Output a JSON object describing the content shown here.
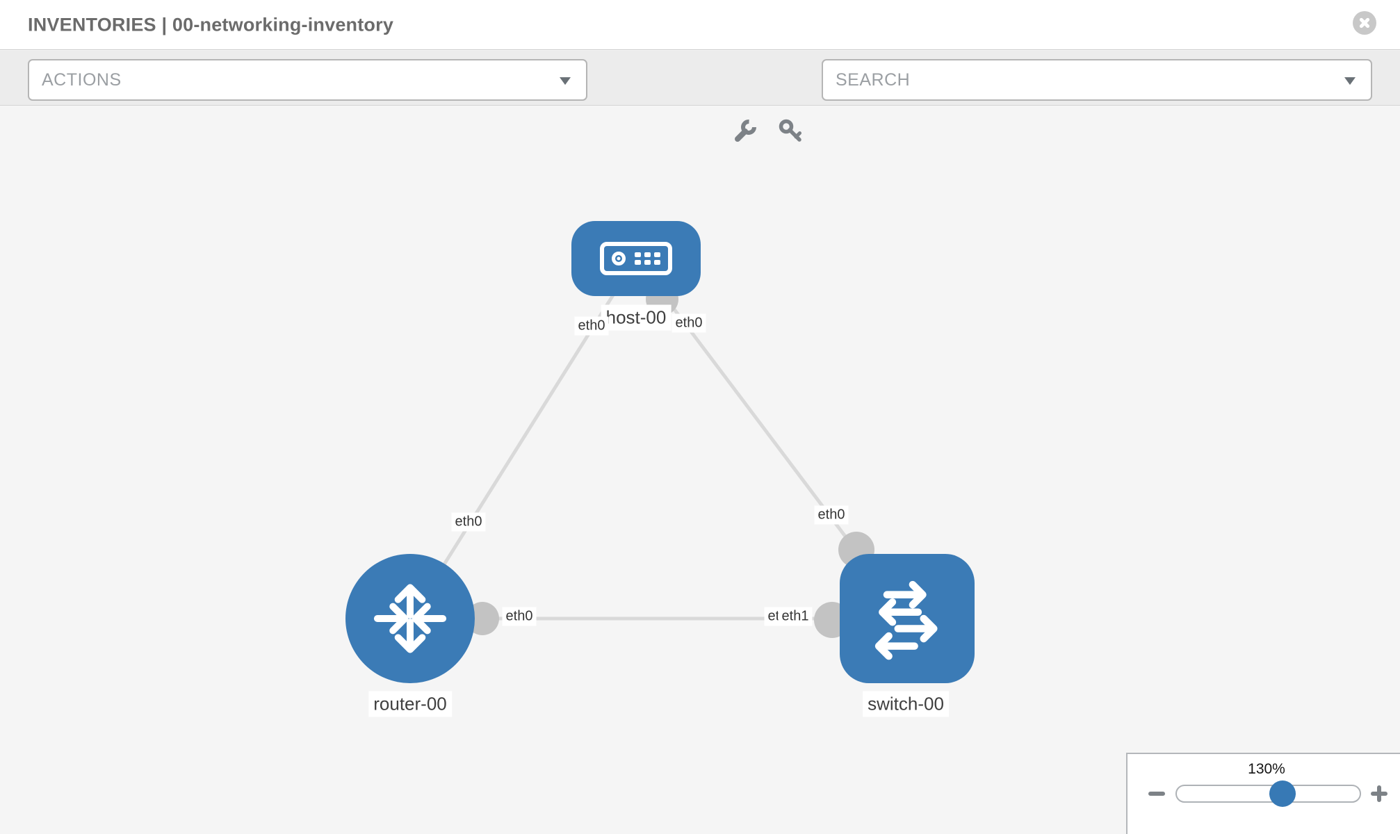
{
  "header": {
    "title": "INVENTORIES | 00-networking-inventory",
    "close_icon": "close-x"
  },
  "toolbar": {
    "actions_label": "ACTIONS",
    "search_placeholder": "SEARCH",
    "icons": [
      "wrench-icon",
      "key-icon"
    ]
  },
  "topology": {
    "nodes": [
      {
        "type": "host",
        "label": "host-00"
      },
      {
        "type": "router",
        "label": "router-00"
      },
      {
        "type": "switch",
        "label": "switch-00"
      }
    ],
    "links": [
      {
        "from": "host-00",
        "to": "router-00",
        "from_iface": "eth0",
        "to_iface": "eth0"
      },
      {
        "from": "host-00",
        "to": "switch-00",
        "from_iface": "eth0",
        "to_iface": "eth0"
      },
      {
        "from": "router-00",
        "to": "switch-00",
        "from_iface": "eth0",
        "to_iface": "eth1"
      }
    ],
    "iface_labels": {
      "host_left": "eth0",
      "host_right": "eth0",
      "host_router_mid": "eth0",
      "host_switch_mid": "eth0",
      "bottom_router": "eth0",
      "bottom_switch_under": "eth0",
      "bottom_switch": "eth1"
    }
  },
  "zoom_control": {
    "level": "130%",
    "minus": "minus-icon",
    "plus": "plus-icon"
  },
  "colors": {
    "node_blue": "#3b7bb6",
    "link_gray": "#d9d9d9",
    "port_gray": "#c3c3c3",
    "icon_gray": "#7d8287",
    "slider_thumb_blue": "#3779b5",
    "canvas_bg": "#f5f5f5",
    "toolbar_bg": "#ececec"
  }
}
